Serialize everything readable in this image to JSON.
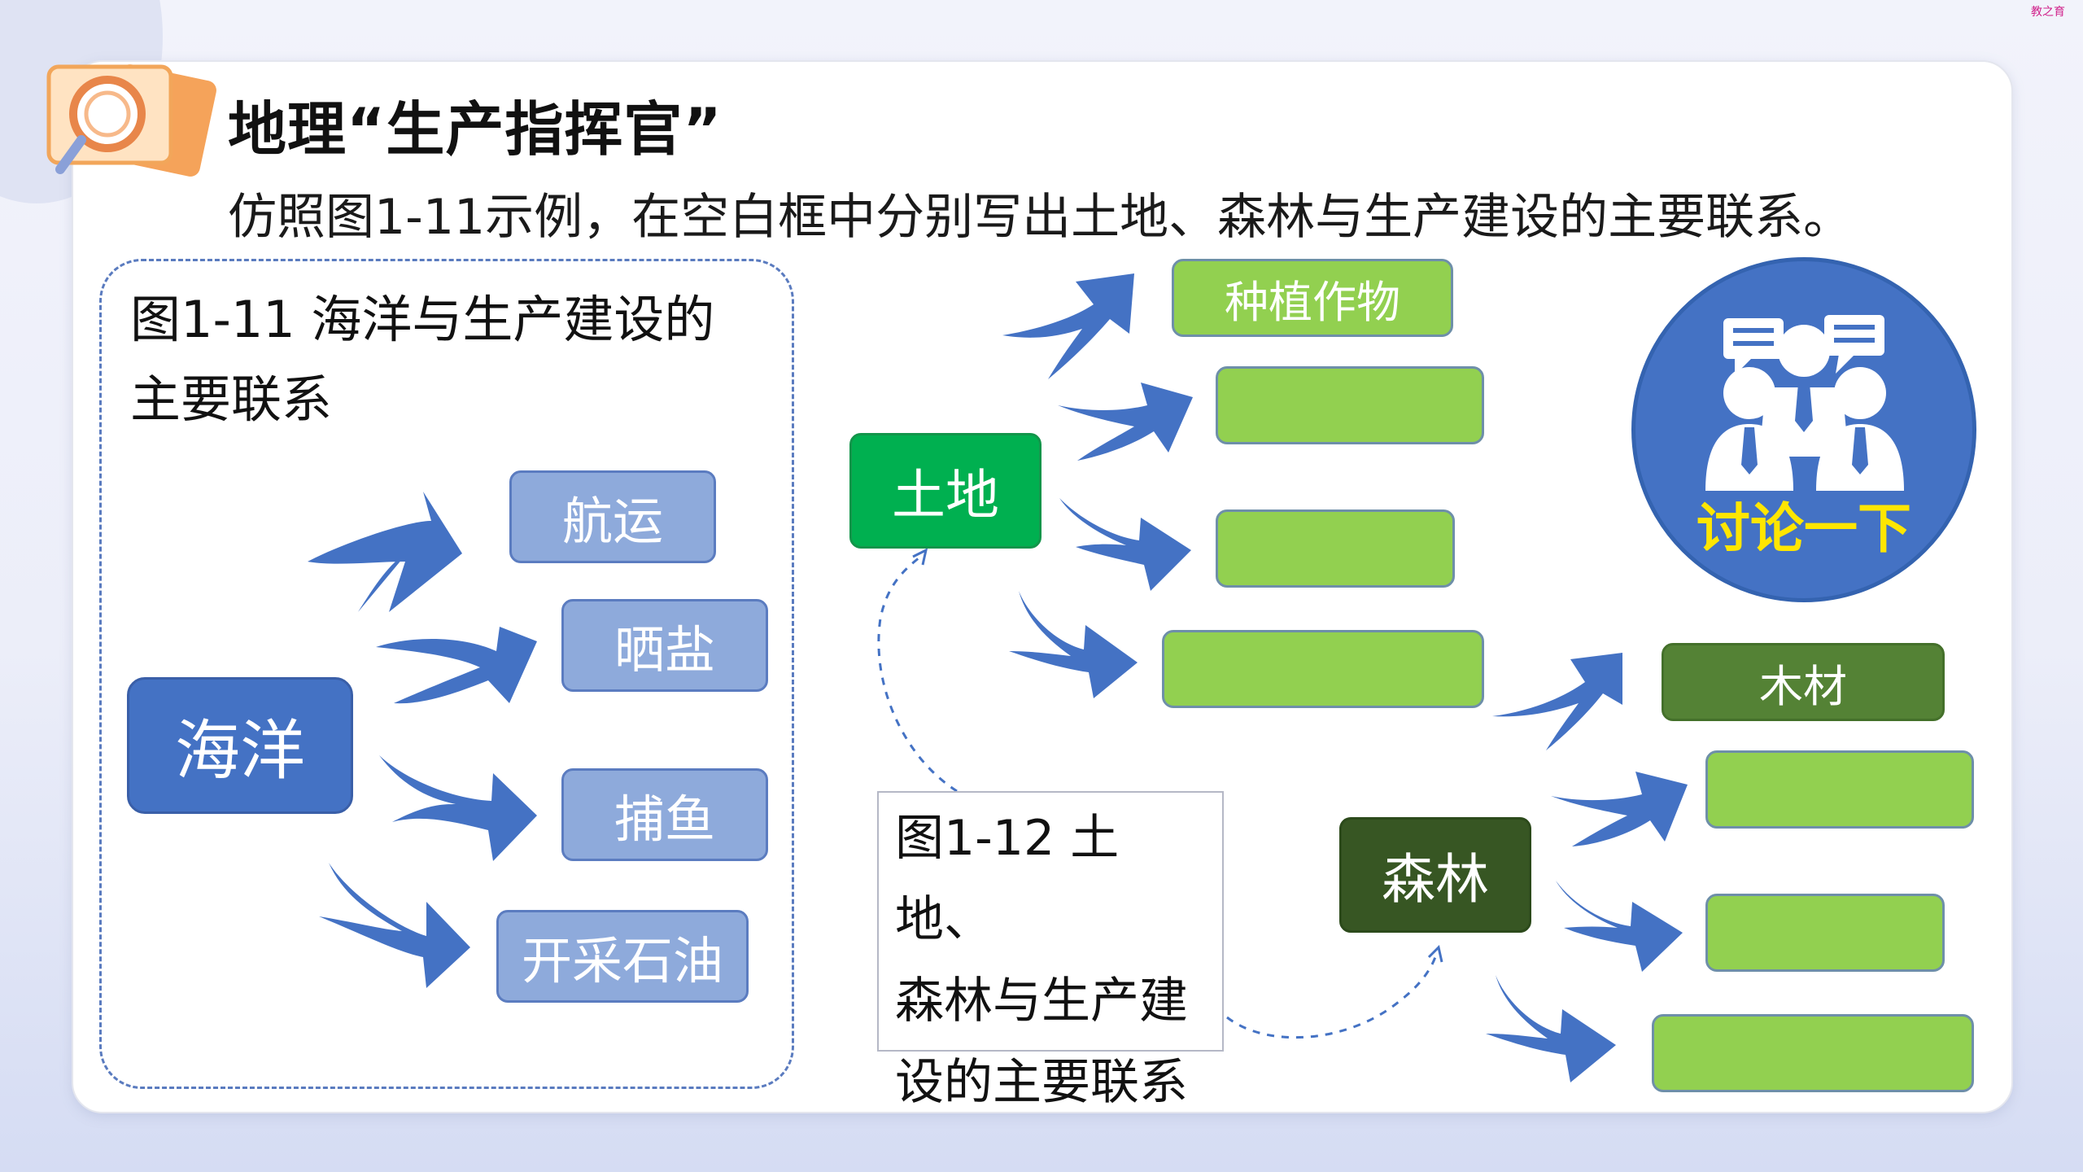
{
  "corner_mark": "教之育",
  "title": "地理“生产指挥官”",
  "subtitle": "仿照图1-11示例，在空白框中分别写出土地、森林与生产建设的主要联系。",
  "figure_11": {
    "caption_line1": "图1-11 海洋与生产建设的",
    "caption_line2": "主要联系",
    "center": "海洋",
    "items": [
      "航运",
      "晒盐",
      "捕鱼",
      "开采石油"
    ]
  },
  "figure_12": {
    "caption_line1": "图1-12 土地、",
    "caption_line2": "森林与生产建",
    "caption_line3": "设的主要联系",
    "land": {
      "center": "土地",
      "items": [
        "种植作物",
        "",
        "",
        ""
      ]
    },
    "forest": {
      "center": "森林",
      "items": [
        "木材",
        "",
        "",
        ""
      ]
    }
  },
  "discuss": {
    "label": "讨论一下"
  },
  "colors": {
    "arrow_blue": "#4472c4",
    "ocean_box": "#4472c4",
    "ocean_items": "#8eaadb",
    "land_box": "#00b050",
    "forest_box": "#375623",
    "answer_box": "#92d050",
    "wood_box": "#548235",
    "discuss_text": "#ffe600"
  }
}
